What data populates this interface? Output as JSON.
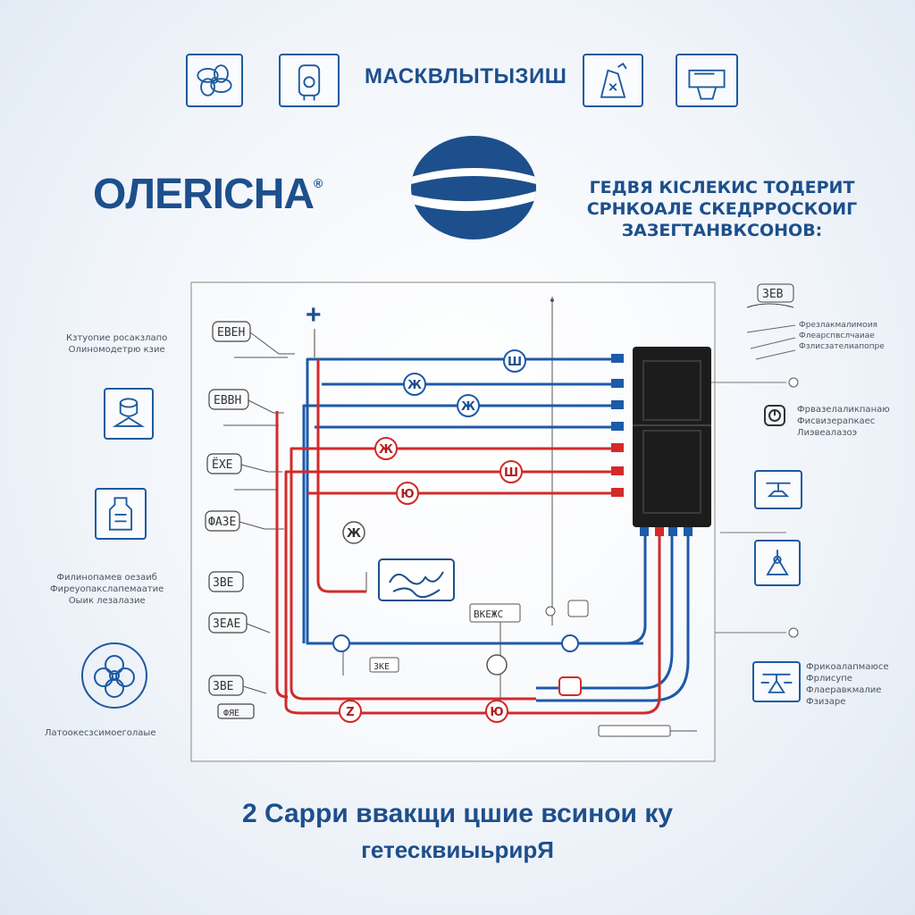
{
  "header": {
    "heading": "МАСКВЛЫТЫЗИШ",
    "brand": "OЛERICHA",
    "brand_mark": "®",
    "tagline": [
      "ГЕДВЯ КIСЛЕКИС ТОДЕРИТ",
      "СРНКОАЛЕ СКЕДРРОСКОИГ",
      "ЗАЗЕГТАНВКСОНОВ:"
    ]
  },
  "diagram": {
    "plus_sign": "+",
    "left_labels": [
      "ЕВЕН",
      "ЕВВН",
      "ЁХЕ",
      "ФАЗЕ",
      "ЗВЕ",
      "ЗЕАЕ",
      "ЗВЕ",
      "ФЯЕ"
    ],
    "wire_badges": [
      "Ш",
      "Ж",
      "Ж",
      "Ж",
      "Ш",
      "Ю",
      "Ж",
      "Z",
      "Ю"
    ],
    "box_labels": [
      "ВКЕЖС",
      "ЗКЕ"
    ],
    "right_top_label": "ЗЕВ",
    "colors": {
      "blue_wire": "#1d5aa8",
      "red_wire": "#d22a2a",
      "box": "#1c1c1c",
      "brand": "#1d4f8c"
    }
  },
  "left_side": {
    "text1": [
      "Кзтуопие росакзлапо",
      "Олиномодетрю кзие"
    ],
    "text2": [
      "Филинопамев оезаиб",
      "Фиреуопакслапемаатие",
      "Оыик лезалазие"
    ],
    "text3": "Латоокесзсимоеголаые"
  },
  "right_side": {
    "text1": [
      "Фрвазелаликпанаю",
      "Фисвизерапкаес",
      "Лиэвеалазоэ"
    ],
    "text2": [
      "Фрезлакмалимоия",
      "Флеарспвслчаиае",
      "Фзлисзателиапопре"
    ],
    "text3": [
      "Фрикоалапмаюсе",
      "Фрлисупе",
      "Флаеравкмалие",
      "Фзизаре"
    ]
  },
  "footer": {
    "line1": "2 Сарри ввакщи цшие всинои ку",
    "line2": "гетесквиыьрирЯ"
  }
}
